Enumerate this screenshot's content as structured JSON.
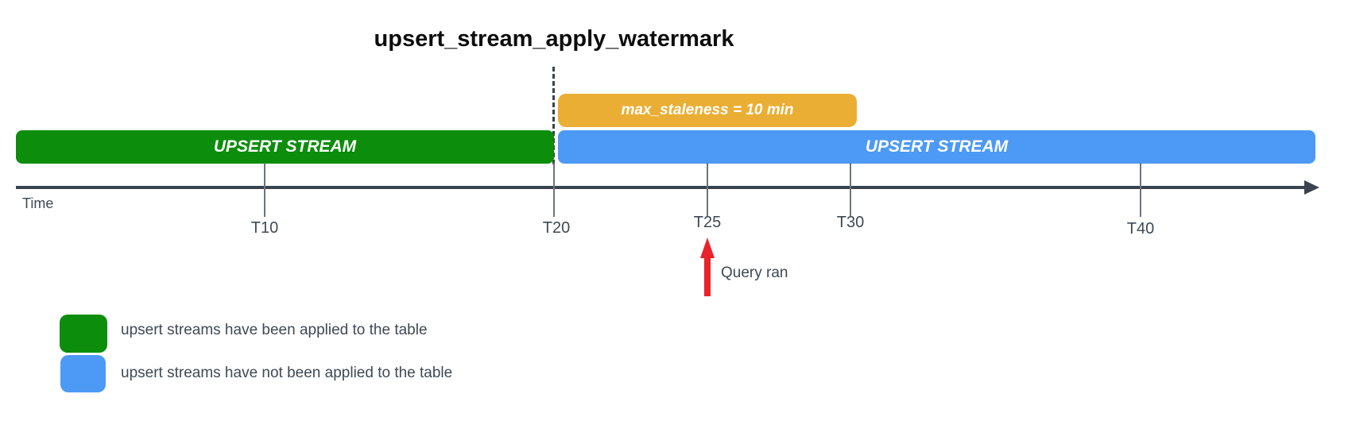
{
  "title": "upsert_stream_apply_watermark",
  "bars": {
    "applied": {
      "label": "UPSERT STREAM"
    },
    "not_applied": {
      "label": "UPSERT STREAM"
    },
    "staleness": {
      "label": "max_staleness = 10 min"
    }
  },
  "timeline": {
    "axis_label": "Time",
    "ticks": [
      "T10",
      "T20",
      "T25",
      "T30",
      "T40"
    ]
  },
  "annotations": {
    "query_ran": "Query ran"
  },
  "legend": {
    "applied": "upsert streams have been applied to the table",
    "not_applied": "upsert streams have not been applied to the table"
  },
  "colors": {
    "green": "#0c8e0c",
    "blue": "#4c9af5",
    "orange": "#ebae34",
    "red": "#e9222b",
    "axis": "#3a444f",
    "tick": "#6b7480",
    "text": "#3e4954",
    "title": "#0d0d0d"
  }
}
